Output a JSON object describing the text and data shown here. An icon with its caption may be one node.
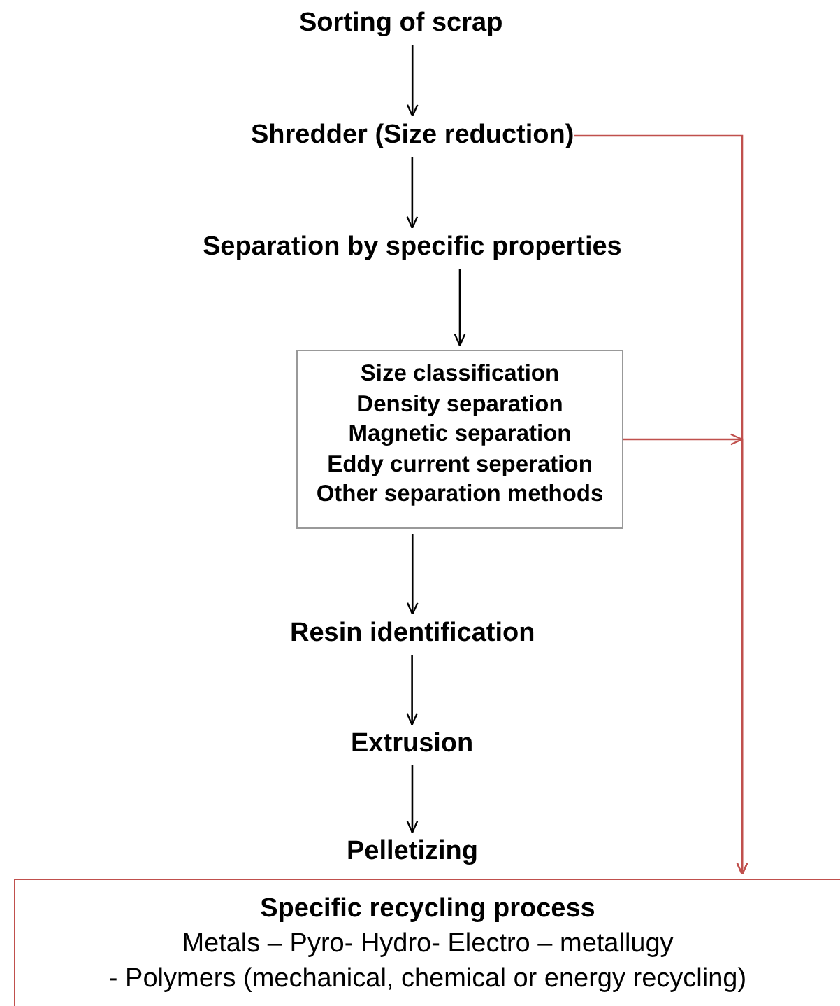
{
  "diagram": {
    "nodes": [
      {
        "text": [
          "Sorting of scrap"
        ]
      },
      {
        "text": [
          "Shredder (Size reduction)"
        ]
      },
      {
        "text": [
          "Separation by specific properties"
        ]
      },
      {
        "text": [
          "Size classification",
          "Density separation",
          "Magnetic separation",
          "Eddy current seperation",
          "Other separation methods"
        ]
      },
      {
        "text": [
          "Resin identification"
        ]
      },
      {
        "text": [
          "Extrusion"
        ]
      },
      {
        "text": [
          "Pelletizing"
        ]
      },
      {
        "text": [
          "Specific recycling process",
          "Metals – Pyro- Hydro- Electro – metallugy",
          "- Polymers (mechanical, chemical or energy recycling)"
        ]
      }
    ],
    "edges": [
      {
        "from": 0,
        "to": 1,
        "arrow": "to"
      },
      {
        "from": 1,
        "to": 2,
        "arrow": "to"
      },
      {
        "from": 2,
        "to": 3,
        "arrow": "to"
      },
      {
        "from": 3,
        "to": 4,
        "arrow": "to"
      },
      {
        "from": 4,
        "to": 5,
        "arrow": "to"
      },
      {
        "from": 5,
        "to": 6,
        "arrow": "to"
      },
      {
        "from": 1,
        "to": 7,
        "arrow": "to",
        "color": "#c0504d"
      },
      {
        "from": 3,
        "to": 7,
        "arrow": "to",
        "color": "#c0504d"
      }
    ]
  }
}
